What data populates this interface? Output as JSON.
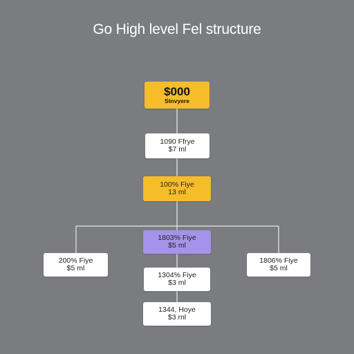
{
  "title": "Go High level Fel structure",
  "colors": {
    "background": "#7b7c80",
    "yellow": "#f6bd2a",
    "purple": "#a593e9",
    "white": "#ffffff",
    "connector": "#e9e9ee"
  },
  "nodes": {
    "root": {
      "line1": "$000",
      "line2": "Stnvyere"
    },
    "n1": {
      "line1": "1090 Ffrye",
      "line2": "$7 ml"
    },
    "n2": {
      "line1": "100% Fiye",
      "line2": "13 ml"
    },
    "n3": {
      "line1": "1803% Fiye",
      "line2": "$5 ml"
    },
    "left": {
      "line1": "200% Fiye",
      "line2": "$5 ml"
    },
    "right": {
      "line1": "1806% Fiye",
      "line2": "$5 ml"
    },
    "n4": {
      "line1": "1304% Fiye",
      "line2": "$3 ml"
    },
    "n5": {
      "line1": "1344, Hoye",
      "line2": "$3 rnl"
    }
  }
}
